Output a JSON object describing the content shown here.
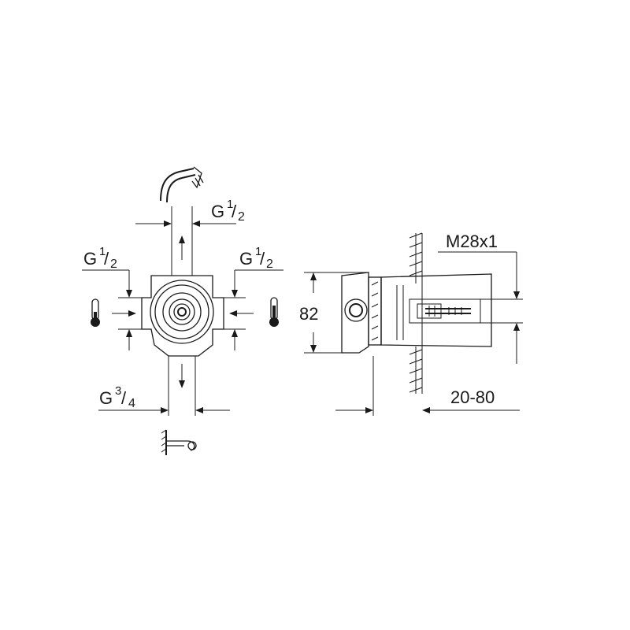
{
  "labels": {
    "thread_top": {
      "g": "G",
      "num": "1",
      "den": "2"
    },
    "thread_left": {
      "g": "G",
      "num": "1",
      "den": "2"
    },
    "thread_right": {
      "g": "G",
      "num": "1",
      "den": "2"
    },
    "thread_bottom": {
      "g": "G",
      "num": "3",
      "den": "4"
    },
    "body_height": "82",
    "spindle_thread": "M28x1",
    "installation_depth": "20-80"
  },
  "icons": {
    "top_outlet": "shower-head-icon",
    "bottom_outlet": "bath-spout-icon",
    "left_inlet": "thermometer-cold-icon",
    "right_inlet": "thermometer-hot-icon"
  }
}
